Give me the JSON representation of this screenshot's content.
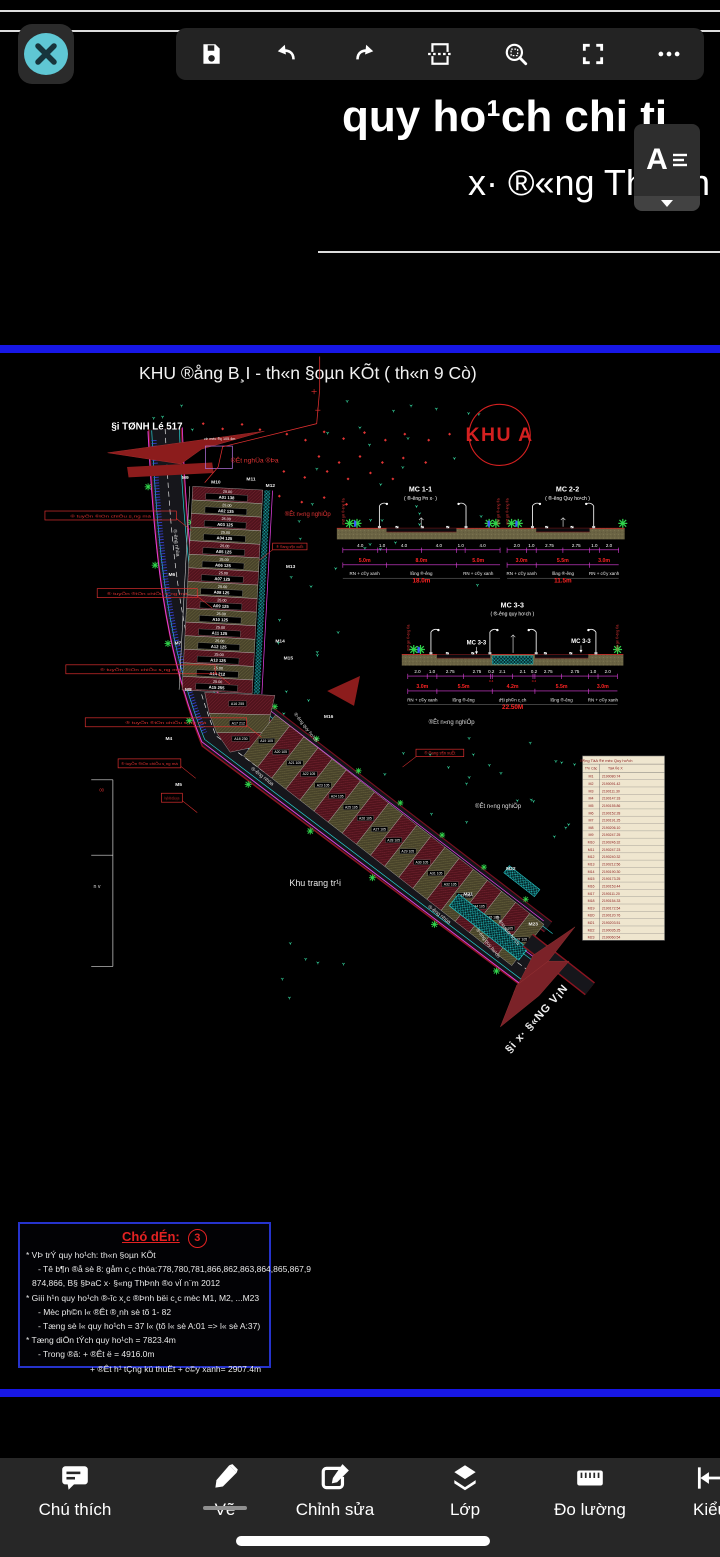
{
  "header": {
    "title_line1": "quy ho¹ch chi ti",
    "title_line2": "x· ®«ng ThÞnh",
    "a_button_label": "A"
  },
  "toolbar": {
    "icons": [
      "save",
      "undo",
      "redo",
      "section-break",
      "zoom-selection",
      "fullscreen",
      "more"
    ]
  },
  "drawing": {
    "sheet_title": "KHU ®ång B¸I - th«n §oµn KÕt ( th«n 9 Cò)",
    "zone_label": "KHU A",
    "to_road_label": "§i TØNH Lé 517",
    "to_commune_label": "§i x· §«NG V¡N",
    "moc_label": "vÞ mèc ®ç 105.4m",
    "labels": {
      "cemetery": "®Êt nghÜa ®Þa",
      "agriculture": "®Êt n«ng nghiÖp",
      "farm_area": "Khu trang tr¹i",
      "asphalt_road": "®-êng nhùa",
      "plan_road": "®-êng quy ho¹ch",
      "production": "® ®ang s¶n xuÊt",
      "power_line": "® tuyÕn ®iÖn chiÕu s¸ng má",
      "red_boundary": "chØ giíi ®-êng ®á",
      "partial_nv": "n v",
      "partial_num": "00"
    },
    "lot_dim": "25.00",
    "upper_lots": [
      {
        "id": "A01",
        "area": "138"
      },
      {
        "id": "A02",
        "area": "135"
      },
      {
        "id": "A03",
        "area": "125"
      },
      {
        "id": "A04",
        "area": "125"
      },
      {
        "id": "A05",
        "area": "125"
      },
      {
        "id": "A06",
        "area": "125"
      },
      {
        "id": "A07",
        "area": "125"
      },
      {
        "id": "A08",
        "area": "125"
      },
      {
        "id": "A09",
        "area": "125"
      },
      {
        "id": "A10",
        "area": "125"
      },
      {
        "id": "A11",
        "area": "125"
      },
      {
        "id": "A12",
        "area": "125"
      },
      {
        "id": "A13",
        "area": "125"
      },
      {
        "id": "A14",
        "area": "212"
      },
      {
        "id": "A15",
        "area": "255"
      }
    ],
    "wedge_lots": [
      {
        "id": "A16",
        "area": "255"
      },
      {
        "id": "A17",
        "area": "212"
      },
      {
        "id": "A18",
        "area": "230"
      }
    ],
    "strip_lots": [
      {
        "id": "A19",
        "area": "105"
      },
      {
        "id": "A20",
        "area": "105"
      },
      {
        "id": "A21",
        "area": "105"
      },
      {
        "id": "A22",
        "area": "105"
      },
      {
        "id": "A23",
        "area": "105"
      },
      {
        "id": "A24",
        "area": "105"
      },
      {
        "id": "A25",
        "area": "105"
      },
      {
        "id": "A26",
        "area": "105"
      },
      {
        "id": "A27",
        "area": "105"
      },
      {
        "id": "A28",
        "area": "105"
      },
      {
        "id": "A29",
        "area": "105"
      },
      {
        "id": "A30",
        "area": "105"
      },
      {
        "id": "A31",
        "area": "105"
      },
      {
        "id": "A32",
        "area": "105"
      },
      {
        "id": "A33",
        "area": "105"
      },
      {
        "id": "A34",
        "area": "105"
      },
      {
        "id": "A35",
        "area": "105"
      },
      {
        "id": "A36",
        "area": "105"
      },
      {
        "id": "A37",
        "area": "105"
      }
    ],
    "m_markers": [
      [
        "M4",
        104,
        872
      ],
      [
        "M5",
        117,
        933
      ],
      [
        "M6",
        108,
        652
      ],
      [
        "M7",
        116,
        744
      ],
      [
        "M8",
        130,
        806
      ],
      [
        "M9",
        126,
        522
      ],
      [
        "M10",
        167,
        528
      ],
      [
        "M11",
        214,
        524
      ],
      [
        "M12",
        240,
        533
      ],
      [
        "M13",
        267,
        641
      ],
      [
        "M14",
        253,
        741
      ],
      [
        "M15",
        264,
        764
      ],
      [
        "M16",
        318,
        842
      ],
      [
        "M21",
        505,
        1080
      ],
      [
        "M22",
        562,
        1046
      ],
      [
        "M23",
        592,
        1120
      ]
    ],
    "sections": [
      {
        "name": "MC 1-1",
        "sub": "( ®-êng lªn x· )",
        "dims": [
          "4.0",
          "1.0",
          "4.0",
          "4.0",
          "1.0",
          "4.0"
        ],
        "reds": [
          "5.0m",
          "8.0m",
          "5.0m"
        ],
        "bands": [
          "RN + c©y xanh",
          "lßng ®-êng",
          "RN + c©y xanh"
        ],
        "total": "18.0m"
      },
      {
        "name": "MC 2-2",
        "sub": "( ®-êng Quy ho¹ch )",
        "dims": [
          "2.0",
          "1.0",
          "2.75",
          "2.75",
          "1.0",
          "2.0"
        ],
        "reds": [
          "3.0m",
          "5.5m",
          "3.0m"
        ],
        "bands": [
          "RN + c©y xanh",
          "lßng ®-êng",
          "RN + c©y xanh"
        ],
        "total": "11.5m"
      },
      {
        "name": "MC 3-3",
        "sub": "( ®-êng quy ho¹ch )",
        "dims": [
          "2.0",
          "1.0",
          "2.75",
          "2.75",
          "0.2",
          "2.1",
          "2.1",
          "0.2",
          "2.75",
          "2.75",
          "1.0",
          "2.0"
        ],
        "reds": [
          "3.0m",
          "5.5m",
          "4.2m",
          "5.5m",
          "3.0m"
        ],
        "reds_small": [
          "0.4",
          "0.4"
        ],
        "bands": [
          "RN + c©y xanh",
          "lßng ®-êng",
          "d¶i ph©n c¸ch",
          "lßng ®-êng",
          "RN + c©y xanh"
        ],
        "total": "22.50M"
      }
    ],
    "coord_table": {
      "title": "B¶ng TäA ®é mèc Quy ho¹ch",
      "col1": "Tªn Cäc",
      "col2": "TäA ®é X",
      "rows": [
        [
          "M1",
          "2190080.74"
        ],
        [
          "M2",
          "2190091.42"
        ],
        [
          "M3",
          "2190111.30"
        ],
        [
          "M4",
          "2190147.33"
        ],
        [
          "M5",
          "2190155.86"
        ],
        [
          "M6",
          "2190152.28"
        ],
        [
          "M7",
          "2190191.25"
        ],
        [
          "M8",
          "2190206.10"
        ],
        [
          "M9",
          "2190247.25"
        ],
        [
          "M10",
          "2190246.32"
        ],
        [
          "M11",
          "2190247.23"
        ],
        [
          "M12",
          "2190240.32"
        ],
        [
          "M13",
          "2190212.56"
        ],
        [
          "M14",
          "2190190.30"
        ],
        [
          "M15",
          "2190173.25"
        ],
        [
          "M16",
          "2190153.44"
        ],
        [
          "M17",
          "2190111.20"
        ],
        [
          "M18",
          "2190154.33"
        ],
        [
          "M19",
          "2190172.54"
        ],
        [
          "M20",
          "2190120.76"
        ],
        [
          "M21",
          "2190203.51"
        ],
        [
          "M22",
          "2190035.25"
        ],
        [
          "M23",
          "2190060.54"
        ]
      ]
    }
  },
  "notes": {
    "title": "Chó dÉn:",
    "number": "3",
    "lines": [
      "* VÞ trÝ quy ho¹ch: th«n §oµn KÕt",
      "- Tê b¶n ®å sè 8: gåm c¸c thöa:778,780,781,866,862,863,864,865,867,9",
      "874,866, B§ §ÞaC x· §«ng ThÞnh ®o vÏ n¨m 2012",
      "* Giíi h¹n quy ho¹ch ®-îc x¸c ®Þnh bëi c¸c mèc M1, M2, ...M23",
      "- Mèc ph©n l« ®Êt ®¸nh sè tõ 1- 82",
      "- Tæng sè l« quy ho¹ch = 37 l« (tõ l« sè A:01 => l« sè A:37)",
      "* Tæng diÖn tÝch quy ho¹ch = 7823.4m",
      "- Trong ®ã:      + ®Êt ë = 4916.0m",
      "+ ®Êt h¹ tÇng kü thuËt + c©y xanh= 2907.4m"
    ]
  },
  "bottom_nav": {
    "items": [
      {
        "icon": "comment",
        "label": "Chú thích"
      },
      {
        "icon": "pencil",
        "label": "Vẽ"
      },
      {
        "icon": "edit-square",
        "label": "Chỉnh sửa"
      },
      {
        "icon": "layers",
        "label": "Lớp"
      },
      {
        "icon": "ruler",
        "label": "Đo lường"
      },
      {
        "icon": "arrow-bar",
        "label": "Kiểu"
      }
    ]
  }
}
